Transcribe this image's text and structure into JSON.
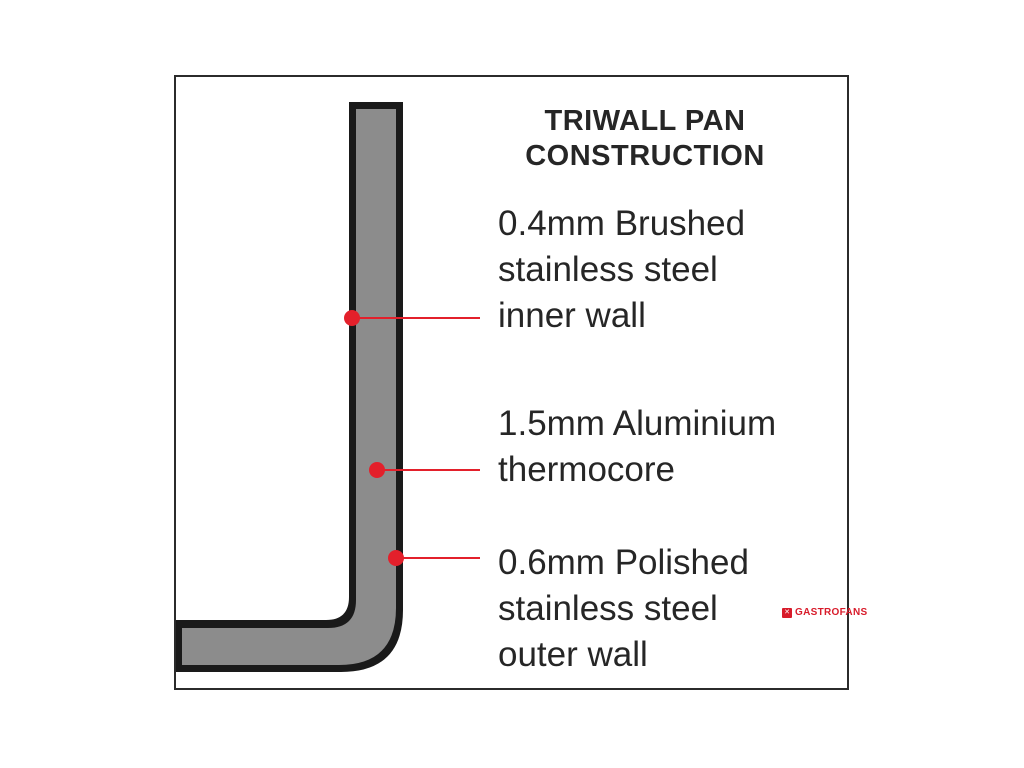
{
  "title": {
    "line1": "TRIWALL PAN",
    "line2": "CONSTRUCTION"
  },
  "layers": [
    {
      "lines": [
        "0.4mm Brushed",
        "stainless steel",
        "inner wall"
      ]
    },
    {
      "lines": [
        "1.5mm Aluminium",
        "thermocore"
      ]
    },
    {
      "lines": [
        "0.6mm Polished",
        "stainless steel",
        "outer wall"
      ]
    }
  ],
  "watermark": "GASTROFANS",
  "colors": {
    "marker": "#e3202b",
    "core_fill": "#8c8c8c",
    "outline": "#1a1a1a",
    "text": "#262626"
  }
}
